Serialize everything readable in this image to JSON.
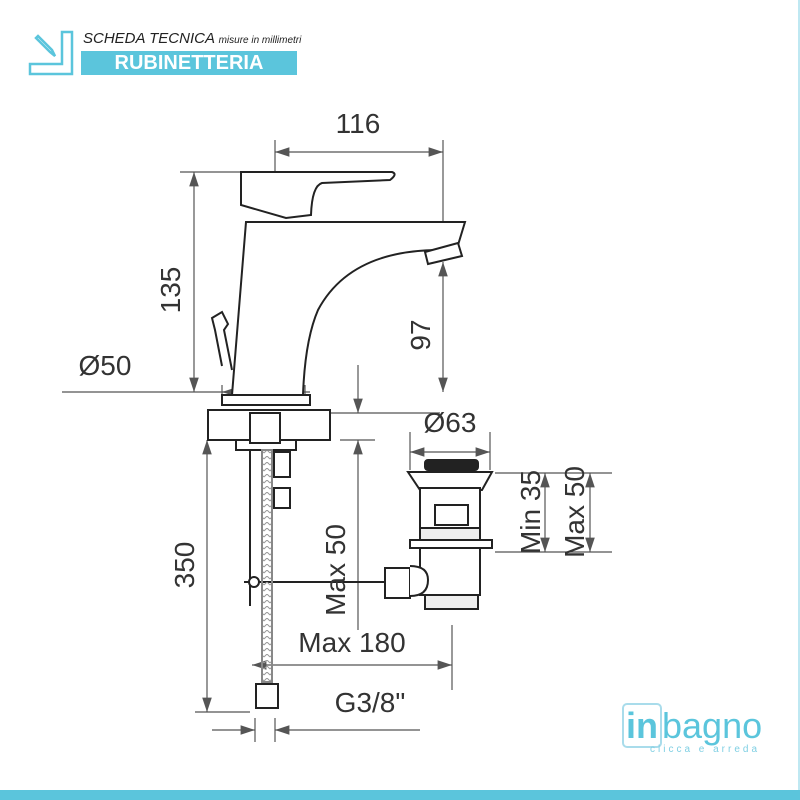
{
  "header": {
    "title": "SCHEDA TECNICA",
    "subtitle": "misure in millimetri",
    "category": "RUBINETTERIA"
  },
  "dimensions": {
    "width_top": "116",
    "height_total": "135",
    "base_diameter": "Ø50",
    "spout_height": "97",
    "drain_diameter": "Ø63",
    "drain_min": "Min 35",
    "drain_max": "Max 50",
    "rod_max": "Max 50",
    "hose_length": "350",
    "rod_length": "Max 180",
    "thread": "G3/8\""
  },
  "logo": {
    "text_in": "in",
    "text_brand": "bagno",
    "tagline": "clicca e arreda"
  },
  "colors": {
    "accent": "#5bc5dc",
    "line": "#222222"
  }
}
